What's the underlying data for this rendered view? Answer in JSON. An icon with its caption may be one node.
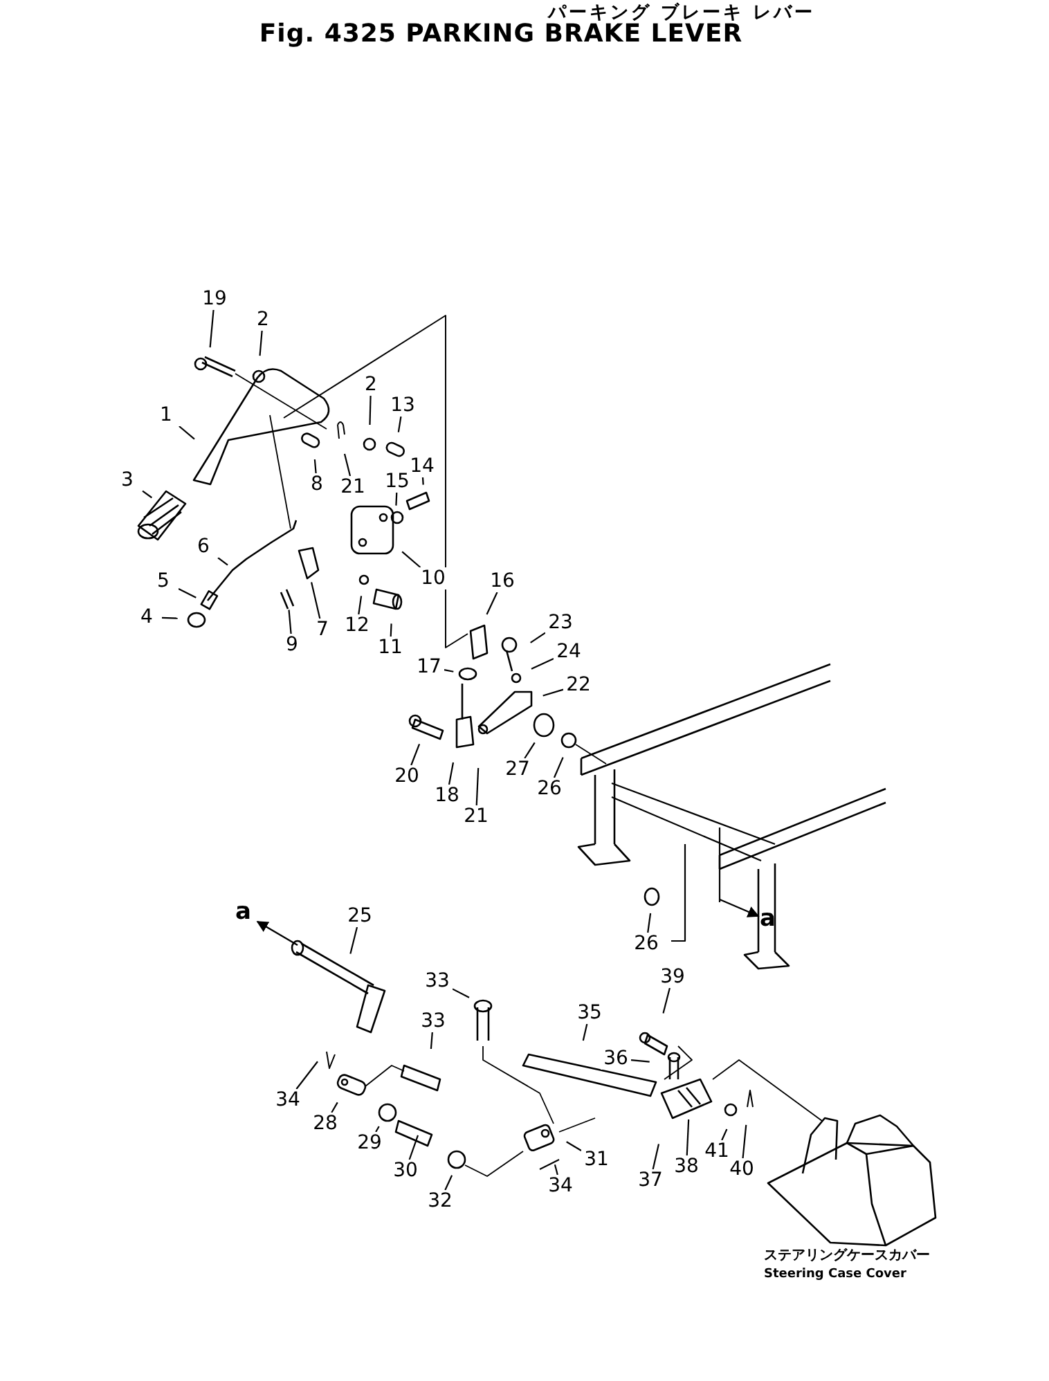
{
  "diagram": {
    "title": "Fig. 4325 PARKING BRAKE LEVER",
    "nodes": [
      {
        "text": [
          "19"
        ]
      },
      {
        "text": [
          "2"
        ]
      },
      {
        "text": [
          "1"
        ]
      },
      {
        "text": [
          "3"
        ]
      },
      {
        "text": [
          "2"
        ]
      },
      {
        "text": [
          "13"
        ]
      },
      {
        "text": [
          "14"
        ]
      },
      {
        "text": [
          "15"
        ]
      },
      {
        "text": [
          "8"
        ]
      },
      {
        "text": [
          "21"
        ]
      },
      {
        "text": [
          "6"
        ]
      },
      {
        "text": [
          "5"
        ]
      },
      {
        "text": [
          "4"
        ]
      },
      {
        "text": [
          "9"
        ]
      },
      {
        "text": [
          "7"
        ]
      },
      {
        "text": [
          "10"
        ]
      },
      {
        "text": [
          "12"
        ]
      },
      {
        "text": [
          "11"
        ]
      },
      {
        "text": [
          "16"
        ]
      },
      {
        "text": [
          "17"
        ]
      },
      {
        "text": [
          "23"
        ]
      },
      {
        "text": [
          "24"
        ]
      },
      {
        "text": [
          "22"
        ]
      },
      {
        "text": [
          "20"
        ]
      },
      {
        "text": [
          "18"
        ]
      },
      {
        "text": [
          "21"
        ]
      },
      {
        "text": [
          "27"
        ]
      },
      {
        "text": [
          "26"
        ]
      },
      {
        "text": [
          "26"
        ]
      },
      {
        "text": [
          "25"
        ]
      },
      {
        "text": [
          "33"
        ]
      },
      {
        "text": [
          "33"
        ]
      },
      {
        "text": [
          "35"
        ]
      },
      {
        "text": [
          "39"
        ]
      },
      {
        "text": [
          "36"
        ]
      },
      {
        "text": [
          "34"
        ]
      },
      {
        "text": [
          "28"
        ]
      },
      {
        "text": [
          "29"
        ]
      },
      {
        "text": [
          "30"
        ]
      },
      {
        "text": [
          "32"
        ]
      },
      {
        "text": [
          "31"
        ]
      },
      {
        "text": [
          "34"
        ]
      },
      {
        "text": [
          "37"
        ]
      },
      {
        "text": [
          "38"
        ]
      },
      {
        "text": [
          "41"
        ]
      },
      {
        "text": [
          "40"
        ]
      }
    ],
    "edges": [
      {
        "from": 0,
        "to": null,
        "arrow": "none"
      },
      {
        "from": 1,
        "to": null,
        "arrow": "none"
      },
      {
        "from": 2,
        "to": null,
        "arrow": "none"
      },
      {
        "from": 3,
        "to": null,
        "arrow": "none"
      },
      {
        "from": 4,
        "to": null,
        "arrow": "none"
      },
      {
        "from": 5,
        "to": null,
        "arrow": "none"
      },
      {
        "from": 6,
        "to": null,
        "arrow": "none"
      },
      {
        "from": 7,
        "to": null,
        "arrow": "none"
      },
      {
        "from": 8,
        "to": null,
        "arrow": "none"
      },
      {
        "from": 9,
        "to": null,
        "arrow": "none"
      },
      {
        "from": 10,
        "to": null,
        "arrow": "none"
      },
      {
        "from": 11,
        "to": null,
        "arrow": "none"
      },
      {
        "from": 12,
        "to": null,
        "arrow": "none"
      },
      {
        "from": 13,
        "to": null,
        "arrow": "none"
      },
      {
        "from": 14,
        "to": null,
        "arrow": "none"
      },
      {
        "from": 15,
        "to": null,
        "arrow": "none"
      },
      {
        "from": 16,
        "to": null,
        "arrow": "none"
      },
      {
        "from": 17,
        "to": null,
        "arrow": "none"
      },
      {
        "from": 18,
        "to": null,
        "arrow": "none"
      },
      {
        "from": 19,
        "to": null,
        "arrow": "none"
      },
      {
        "from": 20,
        "to": null,
        "arrow": "none"
      },
      {
        "from": 21,
        "to": null,
        "arrow": "none"
      },
      {
        "from": 22,
        "to": null,
        "arrow": "none"
      },
      {
        "from": 23,
        "to": null,
        "arrow": "none"
      },
      {
        "from": 24,
        "to": null,
        "arrow": "none"
      },
      {
        "from": 25,
        "to": null,
        "arrow": "none"
      },
      {
        "from": 26,
        "to": null,
        "arrow": "none"
      },
      {
        "from": 27,
        "to": null,
        "arrow": "none"
      },
      {
        "from": 28,
        "to": null,
        "arrow": "none"
      },
      {
        "from": 29,
        "to": null,
        "arrow": "none"
      },
      {
        "from": 30,
        "to": null,
        "arrow": "none"
      },
      {
        "from": 31,
        "to": null,
        "arrow": "none"
      },
      {
        "from": 32,
        "to": null,
        "arrow": "none"
      },
      {
        "from": 33,
        "to": null,
        "arrow": "none"
      },
      {
        "from": 34,
        "to": null,
        "arrow": "none"
      },
      {
        "from": 35,
        "to": null,
        "arrow": "none"
      },
      {
        "from": 36,
        "to": null,
        "arrow": "none"
      },
      {
        "from": 37,
        "to": null,
        "arrow": "none"
      },
      {
        "from": 38,
        "to": null,
        "arrow": "none"
      },
      {
        "from": 39,
        "to": null,
        "arrow": "none"
      },
      {
        "from": 40,
        "to": null,
        "arrow": "none"
      },
      {
        "from": 41,
        "to": null,
        "arrow": "none"
      },
      {
        "from": 42,
        "to": null,
        "arrow": "none"
      },
      {
        "from": 43,
        "to": null,
        "arrow": "none"
      },
      {
        "from": 44,
        "to": null,
        "arrow": "none"
      },
      {
        "from": 45,
        "to": null,
        "arrow": "none"
      }
    ],
    "labels": [
      "パーキング ブレーキ レバー",
      "a",
      "a",
      "ステアリングケースカバー",
      "Steering Case Cover"
    ]
  }
}
